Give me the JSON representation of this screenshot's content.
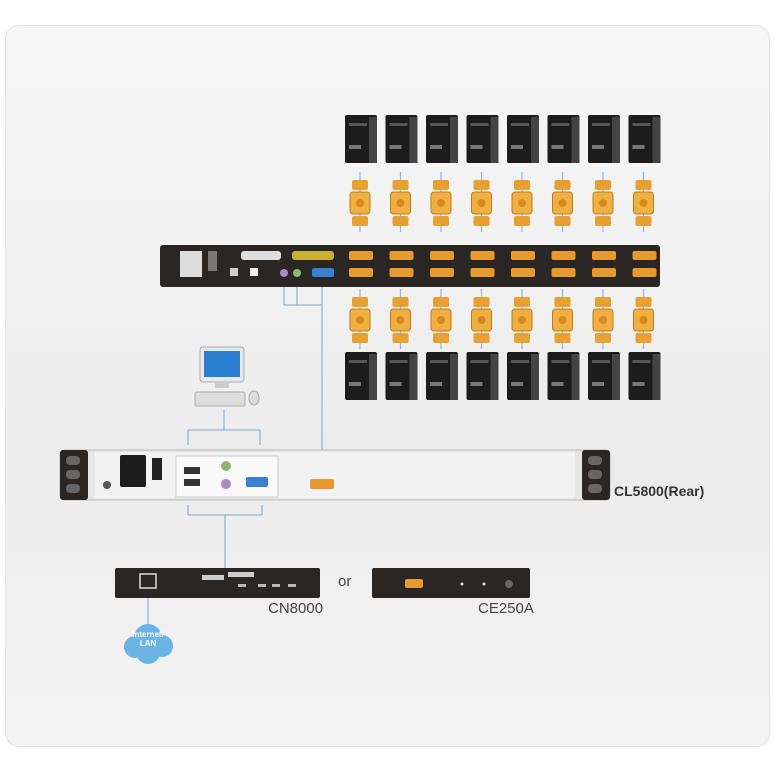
{
  "labels": {
    "cl5800": "CL5800(Rear)",
    "cn8000": "CN8000",
    "or": "or",
    "ce250a": "CE250A",
    "cloud": "Internet/ LAN"
  },
  "colors": {
    "cable_line": "#8fb8d8",
    "device_body": "#2a2624",
    "vga_port": "#e69a2e",
    "console_vga_port": "#3b7fd0",
    "cloud": "#6ab4e4"
  },
  "computer_count_per_row": 8,
  "icons": [
    "computer-tower-icon",
    "kvm-cable-adapter-icon",
    "workstation-pc-icon",
    "cloud-icon"
  ]
}
